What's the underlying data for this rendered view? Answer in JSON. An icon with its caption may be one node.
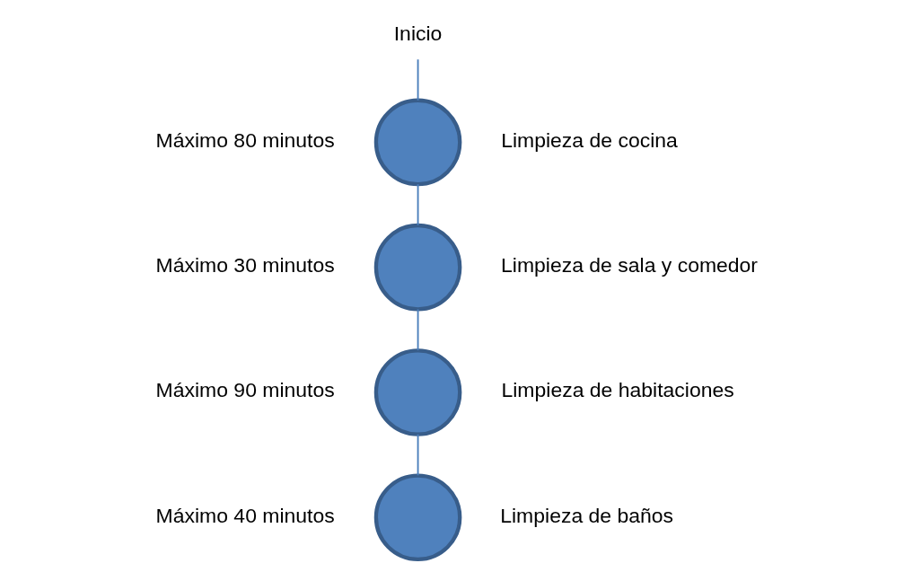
{
  "diagram": {
    "nodes": [
      {
        "text": [
          "Inicio"
        ]
      },
      {
        "text": [],
        "shape": "circle",
        "beside": [
          "Máximo 80 minutos",
          "Limpieza de cocina"
        ]
      },
      {
        "text": [],
        "shape": "circle",
        "beside": [
          "Máximo 30 minutos",
          "Limpieza de sala y comedor"
        ]
      },
      {
        "text": [],
        "shape": "circle",
        "beside": [
          "Máximo 90 minutos",
          "Limpieza de habitaciones"
        ]
      },
      {
        "text": [],
        "shape": "circle",
        "beside": [
          "Máximo 40 minutos",
          "Limpieza de baños"
        ]
      }
    ],
    "edges": [
      {
        "from": 0,
        "to": 1,
        "arrow": "none"
      },
      {
        "from": 1,
        "to": 2,
        "arrow": "none"
      },
      {
        "from": 2,
        "to": 3,
        "arrow": "none"
      },
      {
        "from": 3,
        "to": 4,
        "arrow": "none"
      }
    ]
  }
}
